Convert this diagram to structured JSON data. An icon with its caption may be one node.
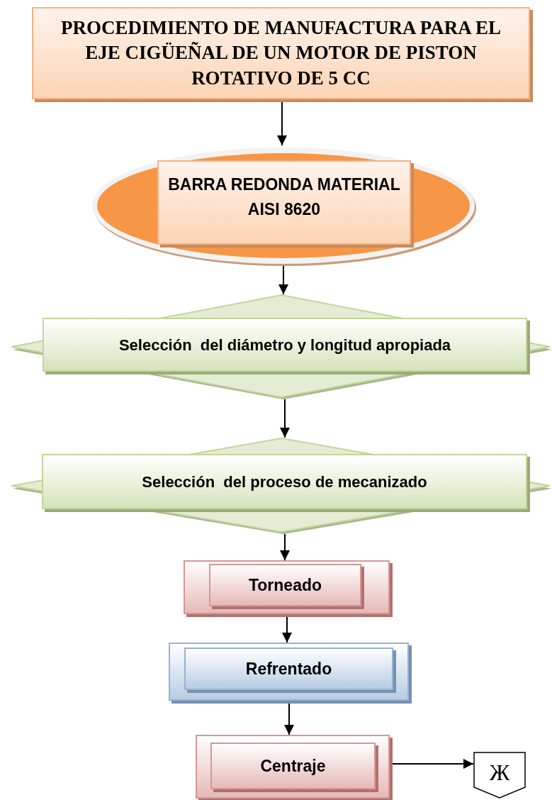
{
  "diagram": {
    "nodes": [
      {
        "text": [
          "PROCEDIMIENTO DE MANUFACTURA PARA EL EJE CIGÜEÑAL DE UN MOTOR DE PISTON ROTATIVO DE 5 CC"
        ]
      },
      {
        "text": [
          "BARRA REDONDA MATERIAL AISI 8620"
        ]
      },
      {
        "text": [
          "Selección  del diámetro y longitud apropiada"
        ]
      },
      {
        "text": [
          "Selección  del proceso de mecanizado"
        ]
      },
      {
        "text": [
          "Torneado"
        ]
      },
      {
        "text": [
          "Refrentado"
        ]
      },
      {
        "text": [
          "Centraje"
        ]
      },
      {
        "text": [
          "Ж"
        ]
      }
    ],
    "edges": [
      {
        "from": 0,
        "to": 1,
        "arrow": "to"
      },
      {
        "from": 1,
        "to": 2,
        "arrow": "to"
      },
      {
        "from": 2,
        "to": 3,
        "arrow": "to"
      },
      {
        "from": 3,
        "to": 4,
        "arrow": "to"
      },
      {
        "from": 4,
        "to": 5,
        "arrow": "to"
      },
      {
        "from": 5,
        "to": 6,
        "arrow": "to"
      },
      {
        "from": 6,
        "to": 7,
        "arrow": "to"
      }
    ]
  }
}
